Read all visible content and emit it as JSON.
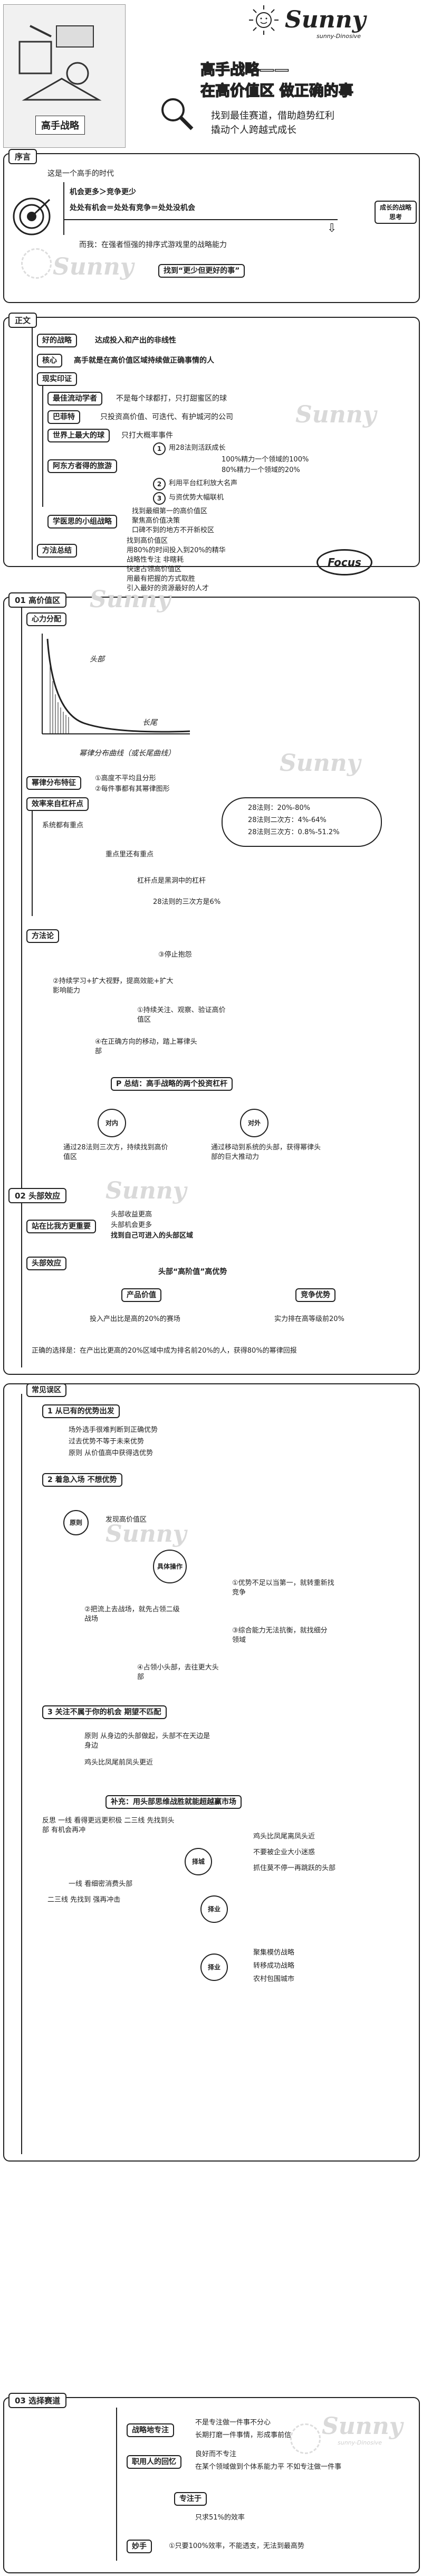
{
  "header": {
    "brand": "Sunny",
    "brand_sub": "sunny-Dinosive",
    "title_line1": "高手战略——",
    "title_line2": "在高价值区 做正确的事",
    "sub_line1": "找到最佳赛道，借助趋势红利",
    "sub_line2": "撬动个人跨越式成长",
    "book_title": "高手战略"
  },
  "s1": {
    "tag": "序言",
    "era": "这是一个高手的时代",
    "line1": "机会更多＞竞争更少",
    "line2": "处处有机会＝处处有竞争＝处处没机会",
    "line3": "而我：在强者恒强的排序式游戏里的战略能力",
    "line4": "找到“更少但更好的事”",
    "side": "成长的战略思考"
  },
  "s2": {
    "tag": "正文",
    "good_strategy_label": "好的战略",
    "good_strategy_text": "达成投入和产出的非线性",
    "core_label": "核心",
    "core_text": "高手就是在高价值区域持续做正确事情的人",
    "cases_label": "现实印证",
    "best_label": "最佳流动学者",
    "best_text": "不是每个球都打，只打甜蜜区的球",
    "buffett_label": "巴菲特",
    "buffett_text": "只投资高价值、可迭代、有护城河的公司",
    "strong_label": "世界上最大的球",
    "strong_text": "只打大概率事件",
    "blue_label": "阿东方者得的旅游",
    "blue_item1": "用28法则活跃成长",
    "blue_item1a": "100%精力一个领域的100%",
    "blue_item1b": "80%精力一个领域的20%",
    "blue_item2": "利用平台红利放大名声",
    "blue_item3": "与资优势大幅联机",
    "learn_label": "学医思的小组战略",
    "learn_1": "找到最细第一的高价值区",
    "learn_2": "聚焦高价值决策",
    "learn_3": "口碑不到的地方不开新校区",
    "method_label": "方法总结",
    "method_1": "找到高价值区",
    "method_2": "用80%的时间投入到20%的精华",
    "method_3": "战略性专注 非瞎耗",
    "method_4": "快速占领高价值区",
    "method_5": "用最有把握的方式取胜",
    "method_6": "引入最好的资源最好的人才",
    "focus": "Focus"
  },
  "s3": {
    "tag": "01 高价值区",
    "sub_tag": "心力分配",
    "chart_label_head": "头部",
    "chart_label_tail": "长尾",
    "chart_axis": "幂律分布曲线（或长尾曲线）",
    "power_label": "幂律分布特征",
    "power_1": "①高度不平均且分形",
    "power_2": "②每件事都有其幂律图形",
    "eff_label": "效率来自杠杆点",
    "eff_1": "系统都有重点",
    "eff_2": "重点里还有重点",
    "eff_3": "杠杆点是黑洞中的杠杆",
    "eff_4": "28法则的三次方是6%",
    "cloud_1": "28法则：20%-80%",
    "cloud_2": "28法则二次方：4%-64%",
    "cloud_3": "28法则三次方：0.8%-51.2%",
    "meth_label": "方法论",
    "meth_1": "③停止抱怨",
    "meth_2": "②持续学习+扩大视野，提高效能+扩大影响能力",
    "meth_3": "①持续关注、观察、验证高价值区",
    "meth_4": "④在正确方向的移动，踏上幂律头部",
    "summary": "P 总结：高手战略的两个投资杠杆",
    "left_circle": "对内",
    "left_text": "通过28法则三次方，持续找到高价值区",
    "right_circle": "对外",
    "right_text": "通过移动到系统的头部，获得幂律头部的巨大推动力"
  },
  "s4": {
    "tag": "02 头部效应",
    "stand_label": "站在比我方更重要",
    "stand_1": "头部收益更高",
    "stand_2": "头部机会更多",
    "stand_3": "找到自己可进入的头部区域",
    "head_label": "头部效应",
    "head_sub": "头部“高阶值”高优势",
    "left_label": "产品价值",
    "left_text": "投入产出比是高的20%的赛场",
    "right_label": "竞争优势",
    "right_text": "实力排在高等级前20%",
    "summary": "正确的选择是：在产出比更高的20%区域中成为排名前20%的人，获得80%的幂律回报",
    "err_label": "常见误区",
    "err1": "1 从已有的优势出发",
    "err1_a": "场外选手很难判断到正确优势",
    "err1_b": "过去优势不等于未来优势",
    "err1_c": "原则 从价值高中获得选优势",
    "err2": "2 着急入场 不想优势",
    "err2_a": "原则",
    "err2_b": "发现高价值区",
    "err2_c": "具体操作",
    "err2_d": "①优势不足以当第一，就转重新找竞争",
    "err2_e": "②把流上去战场，就先占领二级战场",
    "err2_f": "③综合能力无法抗衡，就找细分领域",
    "err2_g": "④占领小头部，去往更大头部",
    "err3": "3 关注不属于你的机会 期望不匹配",
    "err3_a": "原则 从身边的头部做起，头部不在天边是身边",
    "err3_b": "鸡头比凤尾前凤头更近",
    "supp": "补充：用头部思维战胜就能超越赢市场",
    "supp_a": "反思 一线 看得更远更积极 二三线 先找到头部 有机会再冲",
    "supp_b": "一线 看细密消费头部",
    "supp_c": "二三线 先找到 强再冲击",
    "supp_d": "鸡头比凤尾离凤头近",
    "supp_e": "不要被企业大小迷惑",
    "supp_f": "抓住莫不停一再跳跃的头部",
    "supp_g": "聚集模仿战略",
    "supp_h": "转移成功战略",
    "supp_i": "农村包围城市",
    "side_a": "择城",
    "side_b": "择业",
    "side_c": "择业"
  },
  "s5": {
    "tag": "03 选择赛道",
    "s_label": "战略地专注",
    "s_text": "不是专注做一件事不分心",
    "s_text2": "长期打磨一件事情，形成事前信",
    "j_label": "职用人的回忆",
    "j_text": "良好而不专注",
    "j_text2": "在某个领域做到个体系能力平 不如专注做一件事",
    "focus_label": "专注于",
    "focus_a": "只求51%的效率",
    "wonder_label": "妙手",
    "wonder_text": "①只要100%效率，不能透支，无法到最高势"
  }
}
